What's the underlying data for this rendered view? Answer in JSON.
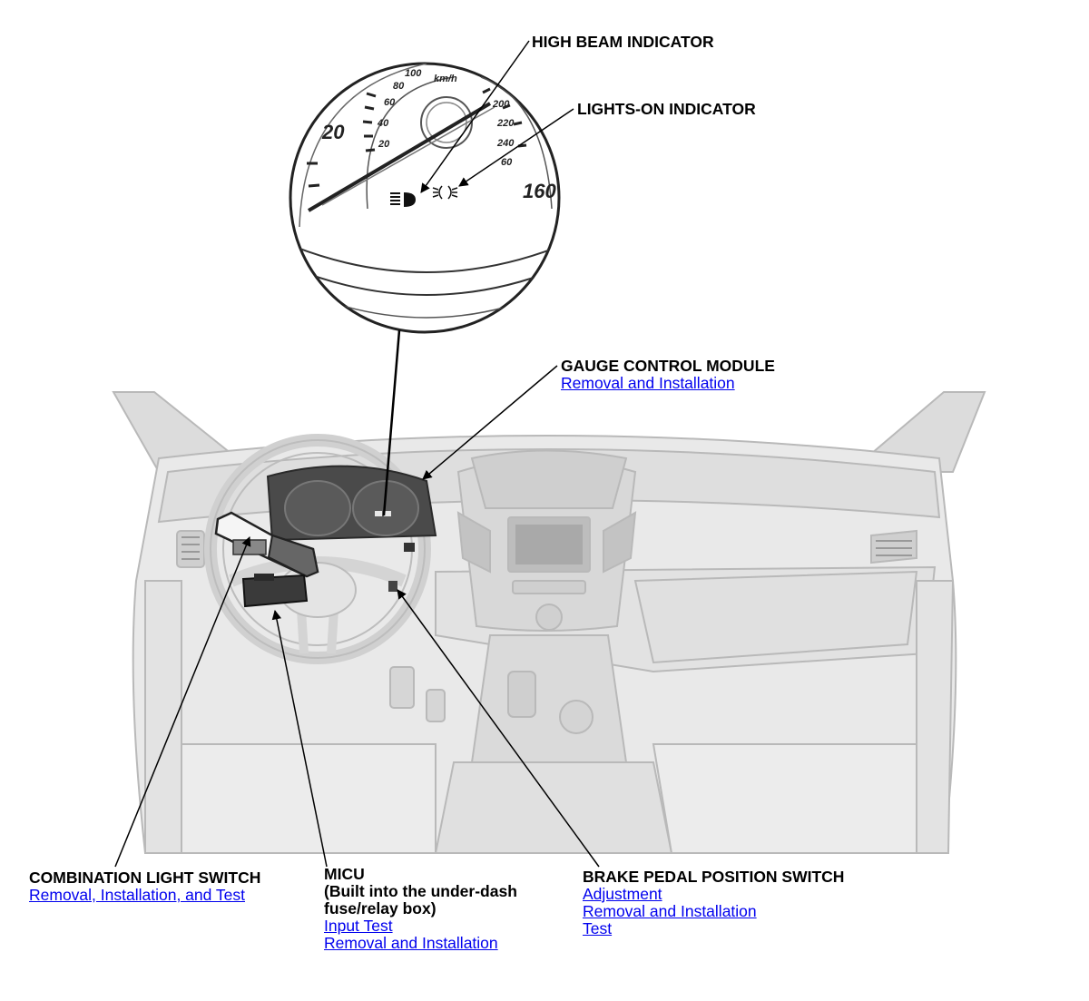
{
  "gauge": {
    "units": "km/h",
    "big_left": "20",
    "big_right": "160",
    "small_ticks": [
      "100",
      "80",
      "60",
      "40",
      "20",
      "200",
      "220",
      "240",
      "60"
    ]
  },
  "callouts": {
    "high_beam": {
      "title": "HIGH BEAM INDICATOR"
    },
    "lights_on": {
      "title": "LIGHTS-ON INDICATOR"
    },
    "gauge_module": {
      "title": "GAUGE CONTROL MODULE",
      "links": [
        "Removal and Installation"
      ]
    },
    "combination_switch": {
      "title": "COMBINATION LIGHT SWITCH",
      "links": [
        "Removal, Installation, and Test"
      ]
    },
    "micu": {
      "title": "MICU",
      "subtitle": [
        "(Built into the under-dash",
        "fuse/relay box)"
      ],
      "links": [
        "Input Test",
        "Removal and Installation"
      ]
    },
    "brake_switch": {
      "title": "BRAKE PEDAL POSITION SWITCH",
      "links": [
        "Adjustment",
        "Removal and Installation",
        "Test"
      ]
    }
  },
  "colors": {
    "line": "#000000",
    "link": "#0000ee",
    "interior": "#e2e2e2",
    "interior_dark": "#c4c4c4"
  }
}
